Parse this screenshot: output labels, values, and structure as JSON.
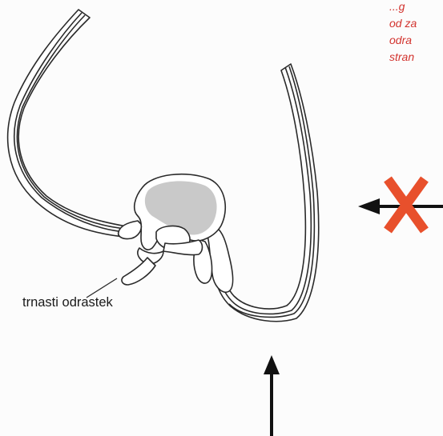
{
  "caption": {
    "line1": "...g",
    "line2": "od za",
    "line3": "odra",
    "line4": "stran"
  },
  "labels": {
    "spinous_process": "trnasti odrastek"
  },
  "colors": {
    "caption_text": "#d2332e",
    "cross_mark": "#e8502c",
    "vertebral_body_fill": "#c9c9c9",
    "outline": "#2a2a2a",
    "arrow": "#111111"
  },
  "icons": {
    "cross": "red-x-icon",
    "left_arrow": "arrow-left-icon",
    "up_arrow": "arrow-up-icon"
  }
}
